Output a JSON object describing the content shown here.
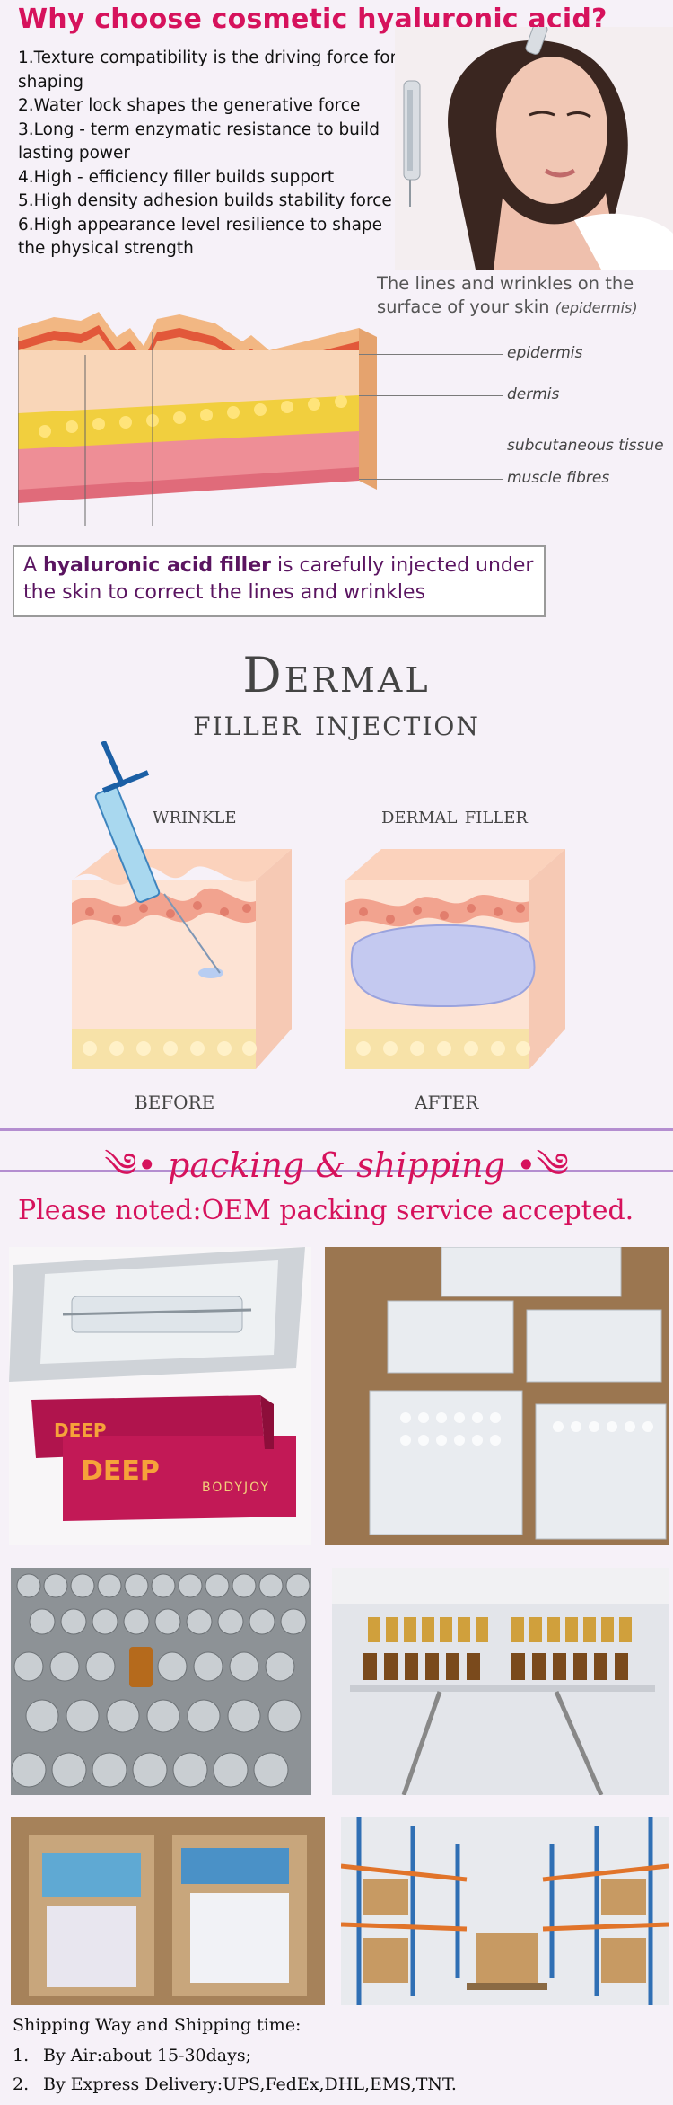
{
  "header": {
    "title": "Why choose cosmetic hyaluronic acid?",
    "reasons": [
      "1.Texture compatibility is the driving force for shaping",
      "2.Water lock shapes the generative force",
      "3.Long - term enzymatic resistance to build lasting power",
      "4.High - efficiency filler builds support",
      "5.High density adhesion builds stability force",
      "6.High appearance level resilience to shape the physical strength"
    ]
  },
  "skin_diagram": {
    "wrinkle_note": "The lines and wrinkles on the surface of your skin",
    "wrinkle_note_sub": "(epidermis)",
    "labels": [
      "epidermis",
      "dermis",
      "subcutaneous tissue",
      "muscle fibres"
    ],
    "filler_pre": "A ",
    "filler_bold": "hyaluronic acid filler",
    "filler_post": " is carefully injected under the skin to correct the lines and wrinkles"
  },
  "dermal": {
    "title_line1": "Dermal",
    "title_line2": "filler injection",
    "label_wrinkle": "wrinkle",
    "label_filler": "dermal filler",
    "label_before": "before",
    "label_after": "after"
  },
  "packing": {
    "banner": "packing & shipping",
    "oem_note": "Please noted:OEM packing service accepted.",
    "brand_text": "DEEP",
    "brand_logo": "BODYJOY"
  },
  "shipping": {
    "heading": "Shipping Way and Shipping time:",
    "items": [
      {
        "num": "1.",
        "text": "By Air:about 15-30days;"
      },
      {
        "num": "2.",
        "text": "By Express Delivery:UPS,FedEx,DHL,EMS,TNT."
      }
    ]
  },
  "colors": {
    "accent": "#d6125c",
    "filler_text": "#5a1460",
    "band": "#b48ed0"
  }
}
